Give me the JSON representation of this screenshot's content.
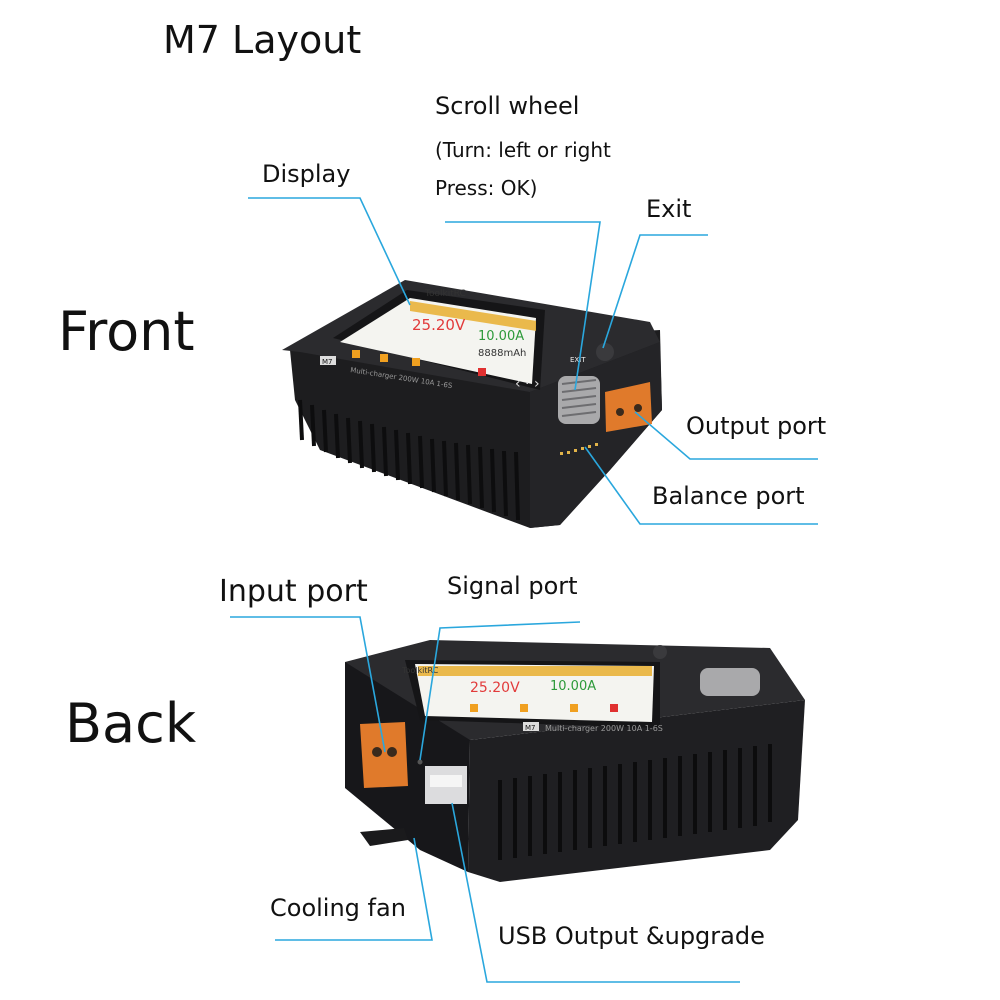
{
  "title": "M7 Layout",
  "sections": {
    "front": "Front",
    "back": "Back"
  },
  "labels": {
    "display": "Display",
    "scroll_wheel": "Scroll wheel",
    "scroll_note1": "(Turn: left or right",
    "scroll_note2": "Press: OK)",
    "exit": "Exit",
    "output_port": "Output port",
    "balance_port": "Balance port",
    "input_port": "Input port",
    "signal_port": "Signal port",
    "cooling_fan": "Cooling fan",
    "usb_output": "USB Output &upgrade"
  },
  "device_screen": {
    "brand": "ToolkitRC",
    "voltage": "25.20V",
    "current": "10.00A",
    "capacity": "8888mAh",
    "model_badge": "M7",
    "model_desc": "Multi-charger 200W 10A 1-6S",
    "exit_key": "EXIT"
  },
  "colors": {
    "leader_line": "#2aa7dd",
    "device_body": "#1f1f21",
    "xt60": "#e07a2b"
  }
}
